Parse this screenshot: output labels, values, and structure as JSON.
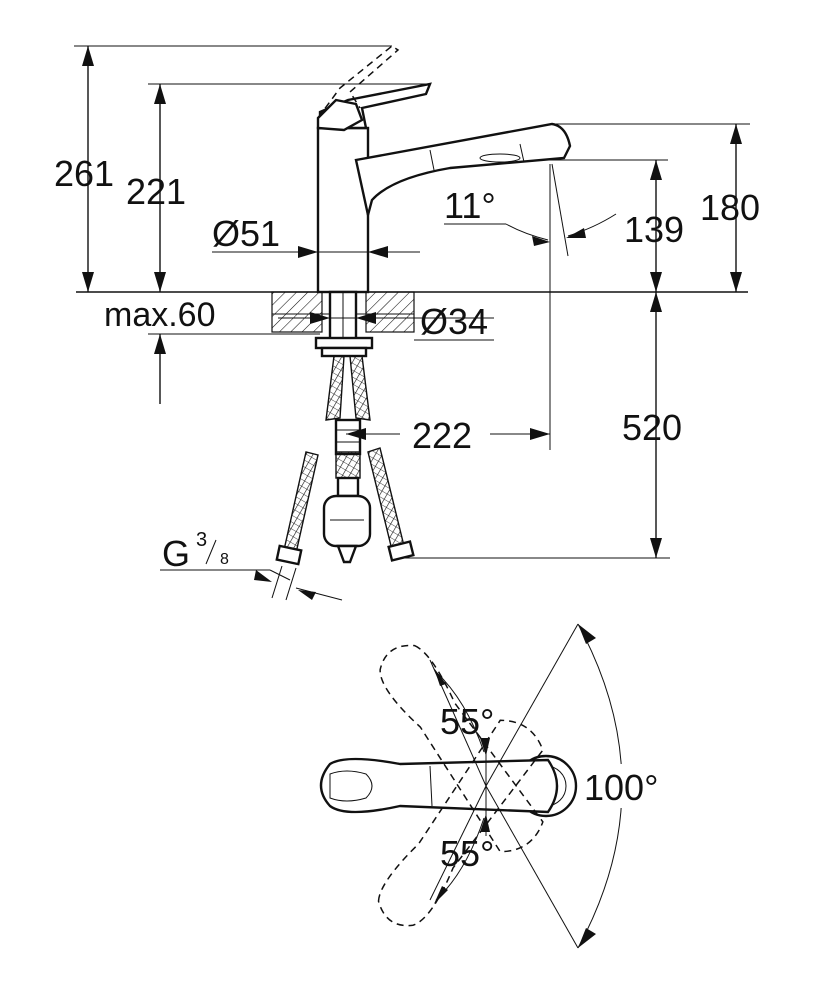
{
  "side_view": {
    "height_total": "261",
    "height_lever": "221",
    "spout_height": "180",
    "spout_clearance": "139",
    "spout_angle": "11°",
    "body_diameter": "Ø51",
    "hole_diameter": "Ø34",
    "deck_thickness": "max.60",
    "spout_reach": "222",
    "hose_length": "520",
    "thread_letter": "G",
    "thread_num": "3",
    "thread_den": "8"
  },
  "top_view": {
    "angle_upper": "55°",
    "angle_lower": "55°",
    "angle_total": "100°"
  }
}
